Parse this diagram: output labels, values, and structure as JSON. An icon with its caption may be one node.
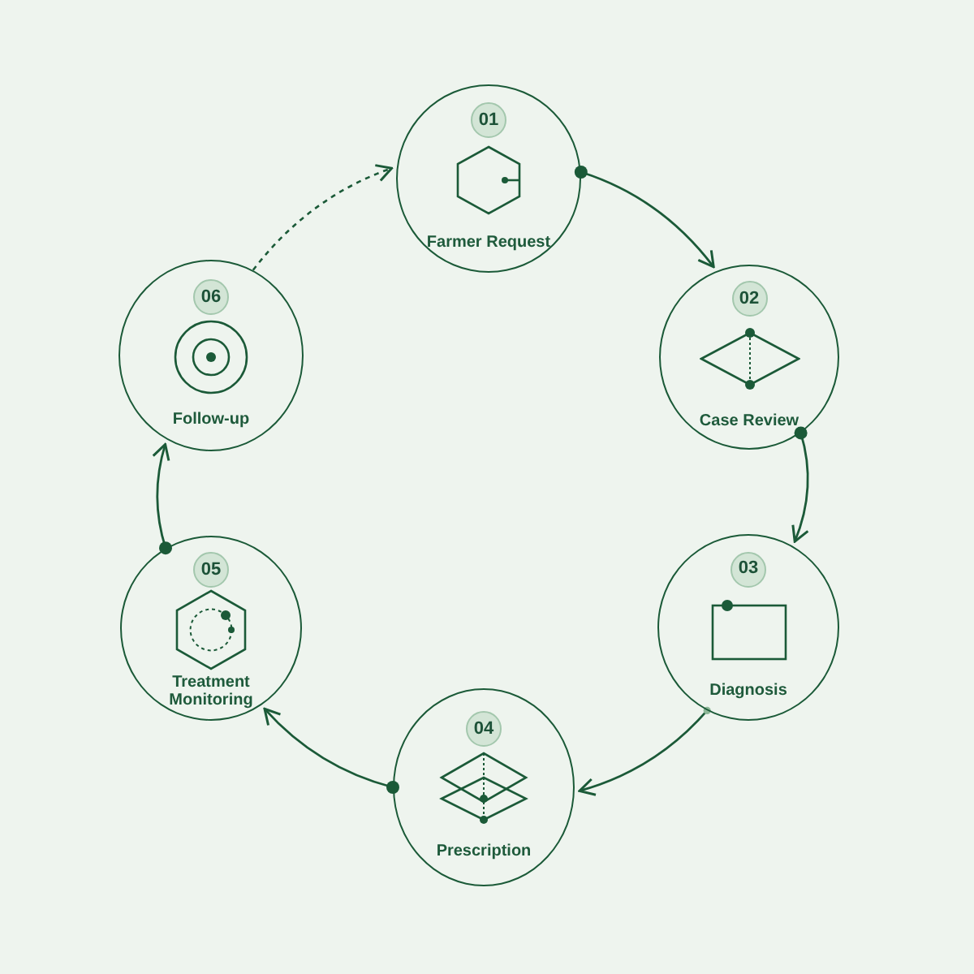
{
  "diagram": {
    "nodes": [
      {
        "text": [
          "01",
          "Farmer Request"
        ]
      },
      {
        "text": [
          "02",
          "Case Review"
        ]
      },
      {
        "text": [
          "03",
          "Diagnosis"
        ]
      },
      {
        "text": [
          "04",
          "Prescription"
        ]
      },
      {
        "text": [
          "05",
          "Treatment Monitoring"
        ]
      },
      {
        "text": [
          "06",
          "Follow-up"
        ]
      }
    ],
    "edges": [
      {
        "from": 0,
        "to": 1,
        "arrow": "to"
      },
      {
        "from": 1,
        "to": 2,
        "arrow": "to"
      },
      {
        "from": 2,
        "to": 3,
        "arrow": "to"
      },
      {
        "from": 3,
        "to": 4,
        "arrow": "to"
      },
      {
        "from": 4,
        "to": 5,
        "arrow": "to"
      },
      {
        "from": 5,
        "to": 0,
        "arrow": "to",
        "style": "dashed"
      }
    ]
  }
}
